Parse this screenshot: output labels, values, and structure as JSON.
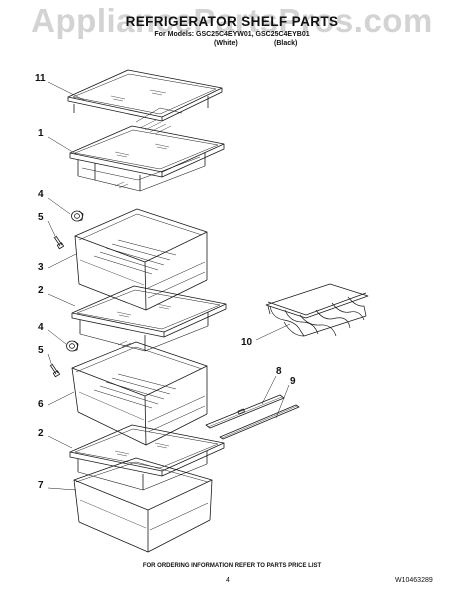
{
  "watermark": "AppliancePartsPros.com",
  "header": {
    "title": "REFRIGERATOR SHELF PARTS",
    "models_line": "For Models: GSC25C4EYW01, GSC25C4EYB01",
    "color_1": "(White)",
    "color_2": "(Black)"
  },
  "callouts": [
    "11",
    "1",
    "4",
    "5",
    "3",
    "2",
    "10",
    "4",
    "5",
    "6",
    "8",
    "9",
    "2",
    "7"
  ],
  "footer": {
    "ordering_note": "FOR ORDERING INFORMATION REFER TO PARTS PRICE LIST",
    "page_number": "4",
    "document_number": "W10463289"
  },
  "colors": {
    "line": "#1a1a1a",
    "watermark": "#b0b0b0"
  }
}
